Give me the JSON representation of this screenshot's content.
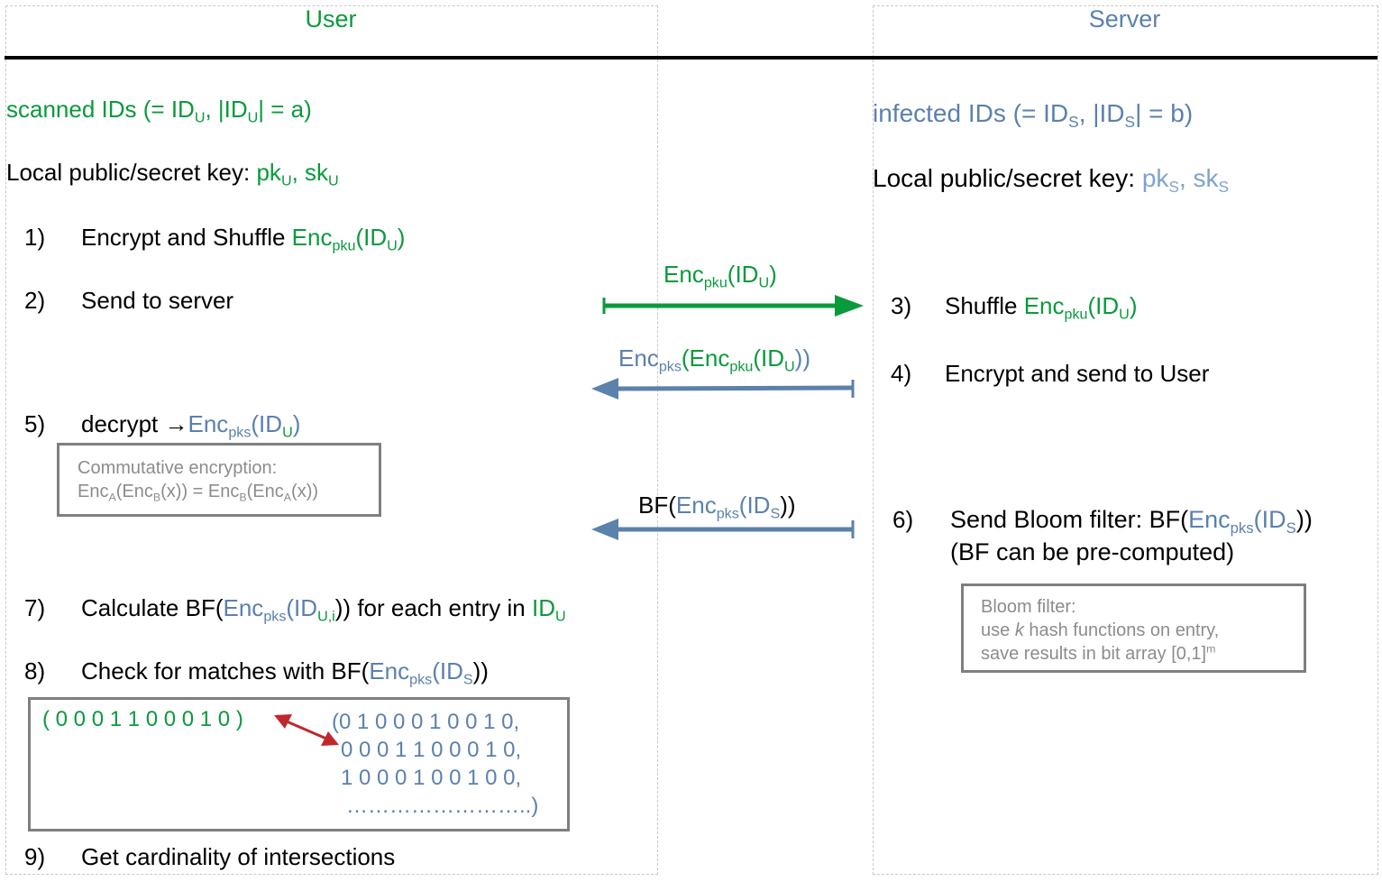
{
  "lanes": {
    "user_title": "User",
    "server_title": "Server"
  },
  "user": {
    "scanned_ids": {
      "prefix": "scanned IDs (= ID",
      "sub1": "U",
      "mid": ", |ID",
      "sub2": "U",
      "suffix": "| = a)"
    },
    "key": {
      "label": "Local public/secret key: ",
      "pk": "pk",
      "pk_sub": "U",
      "sep": ", sk",
      "sk_sub": "U"
    }
  },
  "server": {
    "infected_ids": {
      "prefix": "infected IDs (= ID",
      "sub1": "S",
      "mid": ", |ID",
      "sub2": "S",
      "suffix": "| = b)"
    },
    "key": {
      "label": "Local public/secret key: ",
      "pk": "pk",
      "pk_sub": "S",
      "sep": ", sk",
      "sk_sub": "S"
    }
  },
  "steps": {
    "s1": {
      "num": "1)",
      "text": "Encrypt and Shuffle ",
      "enc": "Enc",
      "enc_sub": "pku",
      "arg": "(ID",
      "arg_sub": "U",
      "close": ")"
    },
    "s2": {
      "num": "2)",
      "text": "Send to server"
    },
    "s3": {
      "num": "3)",
      "text": "Shuffle ",
      "enc": "Enc",
      "enc_sub": "pku",
      "arg": "(ID",
      "arg_sub": "U",
      "close": ")"
    },
    "s4": {
      "num": "4)",
      "text": "Encrypt and send to User"
    },
    "s5": {
      "num": "5)",
      "text": "decrypt →",
      "enc": "Enc",
      "enc_sub": "pks",
      "arg": "(ID",
      "arg_sub": "U",
      "close": ")"
    },
    "s6": {
      "num": "6)",
      "text": "Send Bloom filter: BF(",
      "enc": "Enc",
      "enc_sub": "pks",
      "arg": "(ID",
      "arg_sub": "S",
      "close": "))",
      "line2": "(BF can be pre-computed)"
    },
    "s7": {
      "num": "7)",
      "text": "Calculate BF(",
      "enc": "Enc",
      "enc_sub": "pks",
      "arg": "(ID",
      "arg_sub": "U,i",
      "close": "))",
      "tail": " for each entry in ",
      "tail_id": "ID",
      "tail_sub": "U"
    },
    "s8": {
      "num": "8)",
      "text": "Check for matches with BF(",
      "enc": "Enc",
      "enc_sub": "pks",
      "arg": "(ID",
      "arg_sub": "S",
      "close": "))"
    },
    "s9": {
      "num": "9)",
      "text": "Get cardinality of intersections"
    }
  },
  "messages": {
    "m1": {
      "enc": "Enc",
      "enc_sub": "pku",
      "arg": "(ID",
      "arg_sub": "U",
      "close": ")"
    },
    "m2": {
      "enc": "Enc",
      "enc_sub": "pks",
      "inner": "(Enc",
      "inner_sub": "pku",
      "arg": "(ID",
      "arg_sub": "U",
      "close": "))"
    },
    "m3": {
      "bf": "BF(",
      "enc": "Enc",
      "enc_sub": "pks",
      "arg": "(ID",
      "arg_sub": "S",
      "close": "))"
    }
  },
  "notes": {
    "commutative": {
      "line1": "Commutative encryption:",
      "l2a": "Enc",
      "l2a_sub": "A",
      "l2b": "(Enc",
      "l2b_sub": "B",
      "l2c": "(x)) = Enc",
      "l2c_sub": "B",
      "l2d": "(Enc",
      "l2d_sub": "A",
      "l2e": "(x))"
    },
    "bloom": {
      "line1": "Bloom filter:",
      "line2_a": "use ",
      "line2_k": "k",
      "line2_b": " hash functions on entry,",
      "line3": "save results in bit array [0,1]",
      "line3_sup": "m"
    }
  },
  "bit_arrays": {
    "user_bits": "( 0 0 0 1 1 0 0 0 1 0 )",
    "server_rows": [
      "(0 1 0 0 0 1 0 0 1 0,",
      "0 0 0 1 1 0 0 0 1 0,",
      "1 0 0 0 1 0 0 1 0 0,",
      "……………………..)"
    ]
  },
  "colors": {
    "user": "#0a9a3c",
    "server": "#5b81ad",
    "note_grey": "#8c8c8c",
    "match_arrow": "#c0282d"
  }
}
